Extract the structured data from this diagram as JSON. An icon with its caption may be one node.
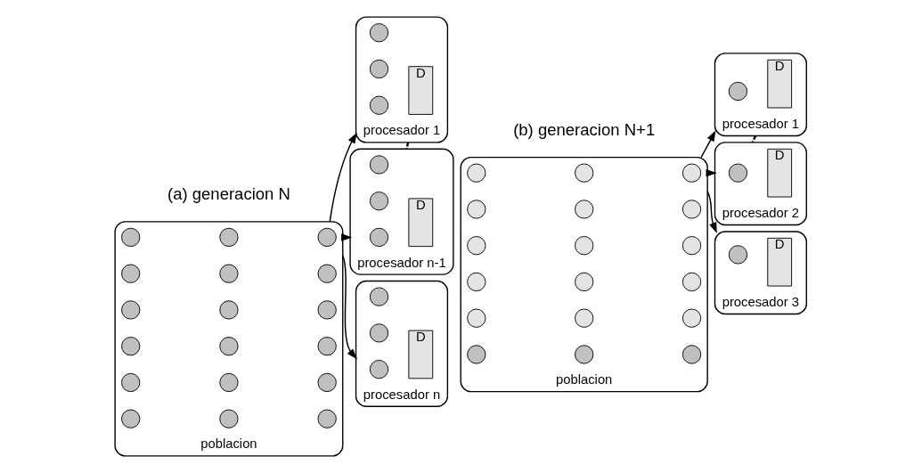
{
  "diagram": {
    "nodes": [
      {
        "text": [],
        "shape": "ellipse",
        "beside": [
          "poblacion"
        ]
      },
      {
        "text": [],
        "shape": "circle",
        "in": 0
      },
      {
        "text": [],
        "shape": "circle",
        "in": 0
      },
      {
        "text": [],
        "shape": "circle",
        "in": 0
      },
      {
        "text": [],
        "shape": "circle",
        "in": 0
      },
      {
        "text": [],
        "shape": "circle",
        "in": 0
      },
      {
        "text": [],
        "shape": "circle",
        "in": 0
      },
      {
        "text": [],
        "shape": "circle",
        "in": 0
      },
      {
        "text": [],
        "shape": "circle",
        "in": 0
      },
      {
        "text": [],
        "shape": "circle",
        "in": 0
      },
      {
        "text": [],
        "shape": "circle",
        "in": 0
      },
      {
        "text": [],
        "shape": "circle",
        "in": 0
      },
      {
        "text": [],
        "shape": "circle",
        "in": 0
      },
      {
        "text": [],
        "shape": "circle",
        "in": 0
      },
      {
        "text": [],
        "shape": "circle",
        "in": 0
      },
      {
        "text": [],
        "shape": "circle",
        "in": 0
      },
      {
        "text": [],
        "shape": "circle",
        "in": 0
      },
      {
        "text": [],
        "shape": "circle",
        "in": 0
      },
      {
        "text": [],
        "shape": "circle",
        "in": 0
      },
      {
        "text": [],
        "shape": "ellipse",
        "beside": [
          "procesador 1"
        ]
      },
      {
        "text": [],
        "shape": "circle",
        "in": 19
      },
      {
        "text": [],
        "shape": "circle",
        "in": 19
      },
      {
        "text": [],
        "shape": "circle",
        "in": 19
      },
      {
        "text": [
          "D"
        ],
        "in": 19
      },
      {
        "text": [],
        "shape": "ellipse",
        "beside": [
          "procesador n-1"
        ]
      },
      {
        "text": [],
        "shape": "circle",
        "in": 24
      },
      {
        "text": [],
        "shape": "circle",
        "in": 24
      },
      {
        "text": [],
        "shape": "circle",
        "in": 24
      },
      {
        "text": [
          "D"
        ],
        "in": 24
      },
      {
        "text": [],
        "shape": "ellipse",
        "beside": [
          "procesador n"
        ]
      },
      {
        "text": [],
        "shape": "circle",
        "in": 29
      },
      {
        "text": [],
        "shape": "circle",
        "in": 29
      },
      {
        "text": [],
        "shape": "circle",
        "in": 29
      },
      {
        "text": [
          "D"
        ],
        "in": 29
      },
      {
        "text": [],
        "shape": "ellipse",
        "beside": [
          "poblacion"
        ]
      },
      {
        "text": [],
        "shape": "circle",
        "in": 34
      },
      {
        "text": [],
        "shape": "circle",
        "in": 34
      },
      {
        "text": [],
        "shape": "circle",
        "in": 34
      },
      {
        "text": [],
        "shape": "circle",
        "in": 34
      },
      {
        "text": [],
        "shape": "circle",
        "in": 34
      },
      {
        "text": [],
        "shape": "circle",
        "in": 34
      },
      {
        "text": [],
        "shape": "circle",
        "in": 34
      },
      {
        "text": [],
        "shape": "circle",
        "in": 34
      },
      {
        "text": [],
        "shape": "circle",
        "in": 34
      },
      {
        "text": [],
        "shape": "circle",
        "in": 34
      },
      {
        "text": [],
        "shape": "circle",
        "in": 34
      },
      {
        "text": [],
        "shape": "circle",
        "in": 34
      },
      {
        "text": [],
        "shape": "circle",
        "in": 34
      },
      {
        "text": [],
        "shape": "circle",
        "in": 34
      },
      {
        "text": [],
        "shape": "circle",
        "in": 34
      },
      {
        "text": [],
        "shape": "circle",
        "in": 34
      },
      {
        "text": [],
        "shape": "circle",
        "in": 34
      },
      {
        "text": [],
        "shape": "circle",
        "in": 34
      },
      {
        "text": [],
        "shape": "ellipse",
        "beside": [
          "procesador 1"
        ]
      },
      {
        "text": [],
        "shape": "circle",
        "in": 53
      },
      {
        "text": [
          "D"
        ],
        "in": 53
      },
      {
        "text": [],
        "shape": "ellipse",
        "beside": [
          "procesador 2"
        ]
      },
      {
        "text": [],
        "shape": "circle",
        "in": 56
      },
      {
        "text": [
          "D"
        ],
        "in": 56
      },
      {
        "text": [],
        "shape": "ellipse",
        "beside": [
          "procesador 3"
        ]
      },
      {
        "text": [],
        "shape": "circle",
        "in": 59
      },
      {
        "text": [
          "D"
        ],
        "in": 59
      }
    ],
    "edges": [
      {
        "from": 0,
        "to": 19,
        "arrow": "to"
      },
      {
        "from": 0,
        "to": 24,
        "arrow": "to"
      },
      {
        "from": 0,
        "to": 29,
        "arrow": "to"
      },
      {
        "from": 19,
        "to": 24,
        "arrow": "none",
        "style": "dashed"
      },
      {
        "from": 34,
        "to": 53,
        "arrow": "to"
      },
      {
        "from": 34,
        "to": 56,
        "arrow": "to"
      },
      {
        "from": 34,
        "to": 59,
        "arrow": "to"
      },
      {
        "from": 53,
        "to": 56,
        "arrow": "none",
        "style": "dashed"
      }
    ],
    "labels": [
      "(a) generacion N",
      "(b) generacion N+1"
    ]
  }
}
